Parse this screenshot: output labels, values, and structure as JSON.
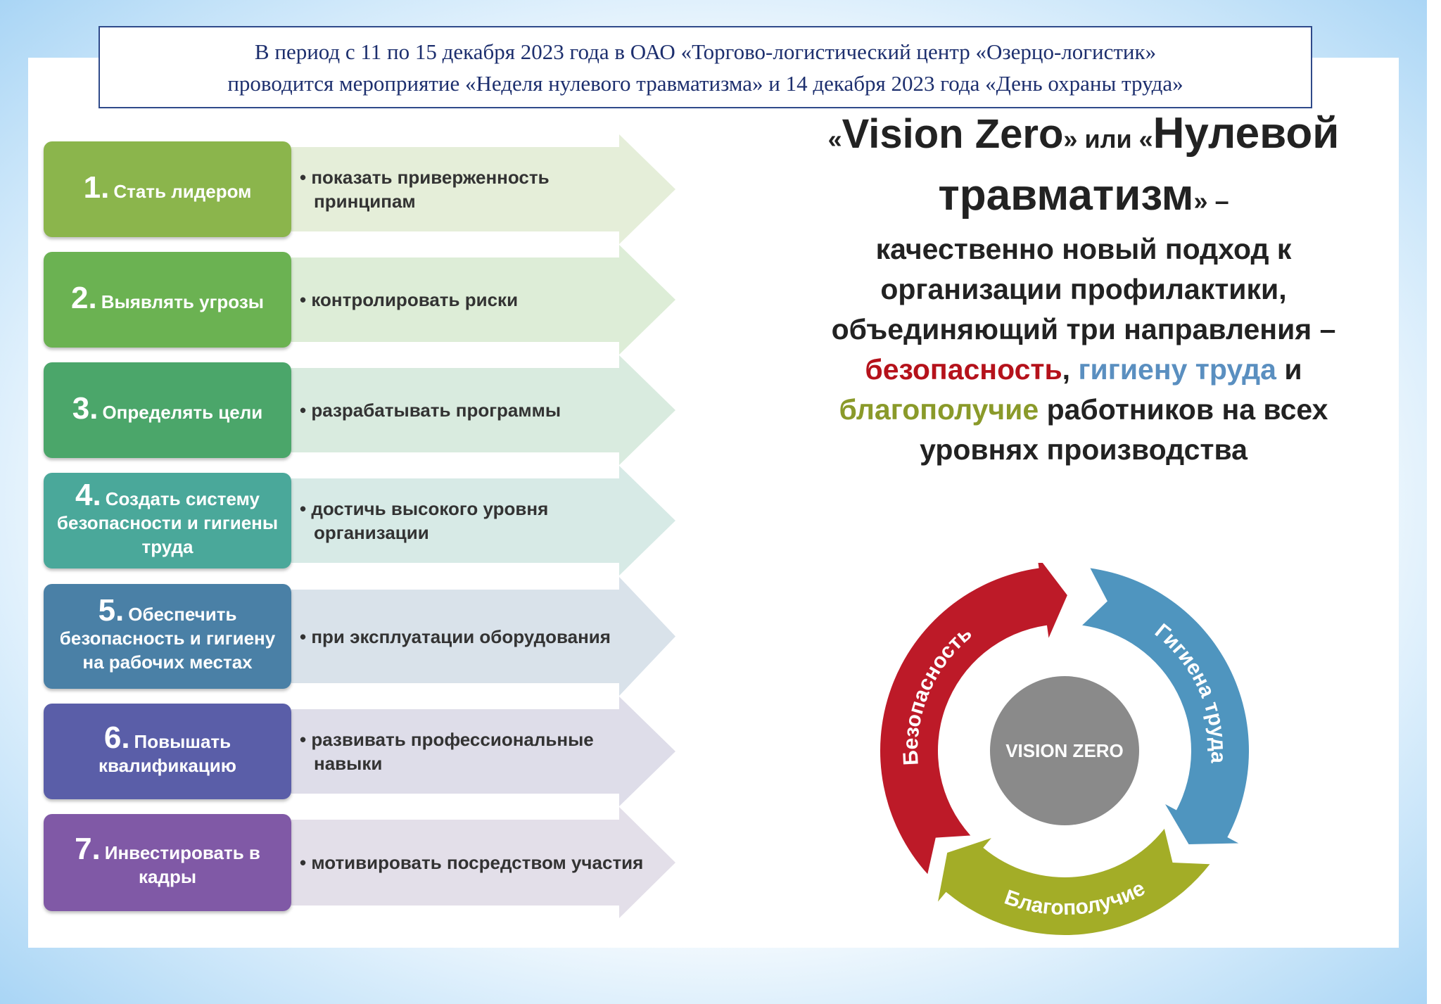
{
  "header": {
    "line1": "В период с 11 по 15 декабря 2023 года в ОАО «Торгово-логистический центр «Озерцо-логистик»",
    "line2": "проводится мероприятие «Неделя нулевого травматизма» и 14 декабря 2023 года «День охраны труда»"
  },
  "steps": [
    {
      "num": "1.",
      "label": "Стать лидером",
      "bullet": "• показать приверженность принципам",
      "color": "#8bb54c",
      "fill": "#e5eed9"
    },
    {
      "num": "2.",
      "label": "Выявлять угрозы",
      "bullet": "• контролировать риски",
      "color": "#6bb252",
      "fill": "#ddedd7"
    },
    {
      "num": "3.",
      "label": "Определять цели",
      "bullet": "• разрабатывать программы",
      "color": "#4ba66a",
      "fill": "#d9ebdf"
    },
    {
      "num": "4.",
      "label": "Создать систему безопасности и гигиены труда",
      "bullet": "• достичь высокого уровня организации",
      "color": "#4aa89a",
      "fill": "#d7eae6"
    },
    {
      "num": "5.",
      "label": "Обеспечить безопасность и гигиену на рабочих местах",
      "bullet": "• при эксплуатации оборудования",
      "color": "#4a80a6",
      "fill": "#d9e2ea"
    },
    {
      "num": "6.",
      "label": "Повышать квалификацию",
      "bullet": "• развивать профессиональные навыки",
      "color": "#5a5ea8",
      "fill": "#dedde9"
    },
    {
      "num": "7.",
      "label": "Инвестировать в кадры",
      "bullet": "• мотивировать посредством участия",
      "color": "#8059a6",
      "fill": "#e3dfe9"
    }
  ],
  "right": {
    "q_open": "«",
    "vz": "Vision Zero",
    "q_close": "»",
    "ili": " или ",
    "q_open2": "«",
    "nulevoy": "Нулевой",
    "travm": "травматизм",
    "q_close2": "»",
    "dash": " –",
    "l1": "качественно новый подход к",
    "l2": "организации профилактики,",
    "l3": "объединяющий три направления –",
    "w_safety": "безопасность",
    "comma": ", ",
    "w_hygiene": "гигиену труда",
    "and": " и",
    "w_wellbeing": "благополучие",
    "l5rest": " работников на всех",
    "l6": "уровнях производства",
    "colors": {
      "safety": "#b5121b",
      "hygiene": "#5a8fc0",
      "wellbeing": "#8a9a2a"
    }
  },
  "diagram": {
    "center": "VISION ZERO",
    "segments": [
      {
        "label": "Безопасность",
        "color": "#bd1a28"
      },
      {
        "label": "Гигиена труда",
        "color": "#4f95bf"
      },
      {
        "label": "Благополучие",
        "color": "#a3ad27"
      }
    ],
    "center_color": "#8a8a8a"
  }
}
